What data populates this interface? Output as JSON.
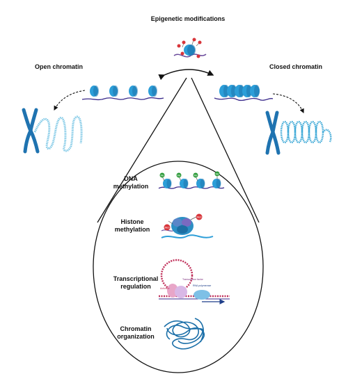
{
  "title": "Epigenetic modifications",
  "open_label": "Open chromatin",
  "closed_label": "Closed chromatin",
  "sections": [
    {
      "label_line1": "DNA",
      "label_line2": "methylation"
    },
    {
      "label_line1": "Histone",
      "label_line2": "methylation"
    },
    {
      "label_line1": "Transcriptional",
      "label_line2": "regulation"
    },
    {
      "label_line1": "Chromatin",
      "label_line2": "organization"
    }
  ],
  "annotations": {
    "me": "Me",
    "me3": "Me3",
    "transcription_factor": "Transcription factor",
    "activator": "Activator",
    "rna_polymerase": "RNA polymerase"
  },
  "colors": {
    "nucleosome": "#2c9ed8",
    "nucleosome_dark": "#1b6fa8",
    "chromosome": "#1f73b0",
    "light_dna": "#7ec8e6",
    "me_green": "#2e9b3a",
    "me_red": "#d8353a",
    "purple_dna": "#6a4a9b"
  }
}
